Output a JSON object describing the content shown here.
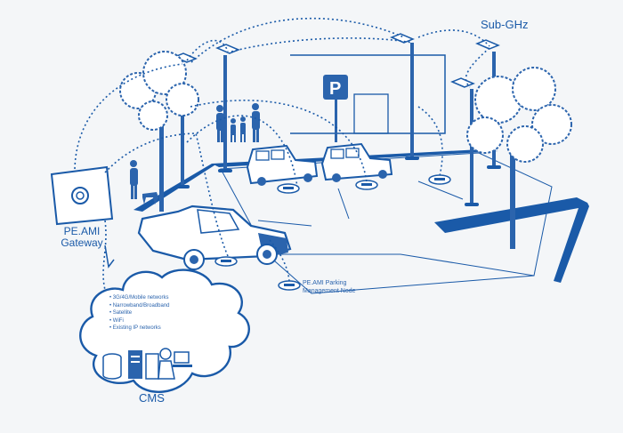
{
  "labels": {
    "radio": "Sub-GHz",
    "gateway_line1": "PE.AMI",
    "gateway_line2": "Gateway",
    "node_line1": "PE.AMI Parking",
    "node_line2": "Management Node",
    "cms": "CMS",
    "parking_sign": "P"
  },
  "networks": [
    "3G/4G/Mobile networks",
    "Narrowband/Broadband",
    "Satellite",
    "WiFi",
    "Existing IP networks"
  ],
  "colors": {
    "line": "#1a5aa8",
    "fill": "#2b64ad",
    "background": "#f4f6f8"
  },
  "icons": [
    "streetlight-icon",
    "car-icon",
    "tree-icon",
    "person-icon",
    "server-icon",
    "cloud-icon",
    "gateway-icon",
    "parking-sign-icon",
    "sensor-node-icon"
  ]
}
